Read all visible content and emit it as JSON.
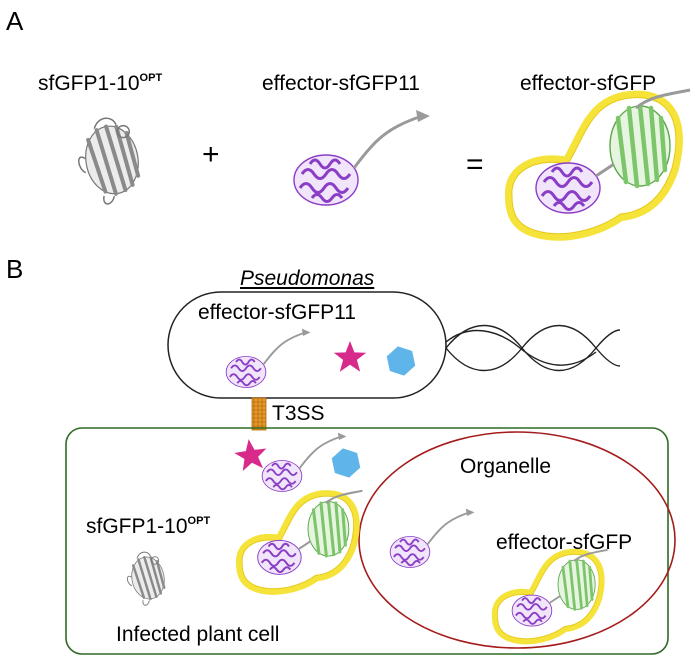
{
  "panel_a": {
    "label": "A",
    "reagent_name": "sfGFP1-10",
    "reagent_sup": "OPT",
    "plus": "+",
    "fusion_name": "effector-sfGFP11",
    "equals": "=",
    "product_name": "effector-sfGFP"
  },
  "panel_b": {
    "label": "B",
    "bacterium_name": "Pseudomonas",
    "bacterium_content": "effector-sfGFP11",
    "secretion_system": "T3SS",
    "organelle_name": "Organelle",
    "reagent_name": "sfGFP1-10",
    "reagent_sup": "OPT",
    "organelle_product": "effector-sfGFP",
    "cell_name": "Infected plant cell"
  },
  "colors": {
    "effector": "#8a3ec6",
    "gfp11": "#9a9a9a",
    "gfp_barrel": "#7dc56b",
    "glow": "#f5e33a",
    "star": "#d72a8a",
    "hexagon": "#5fb4ea",
    "cell_border": "#2f6b24",
    "organelle_border": "#a51c1c",
    "t3ss": "#e59a2a"
  }
}
